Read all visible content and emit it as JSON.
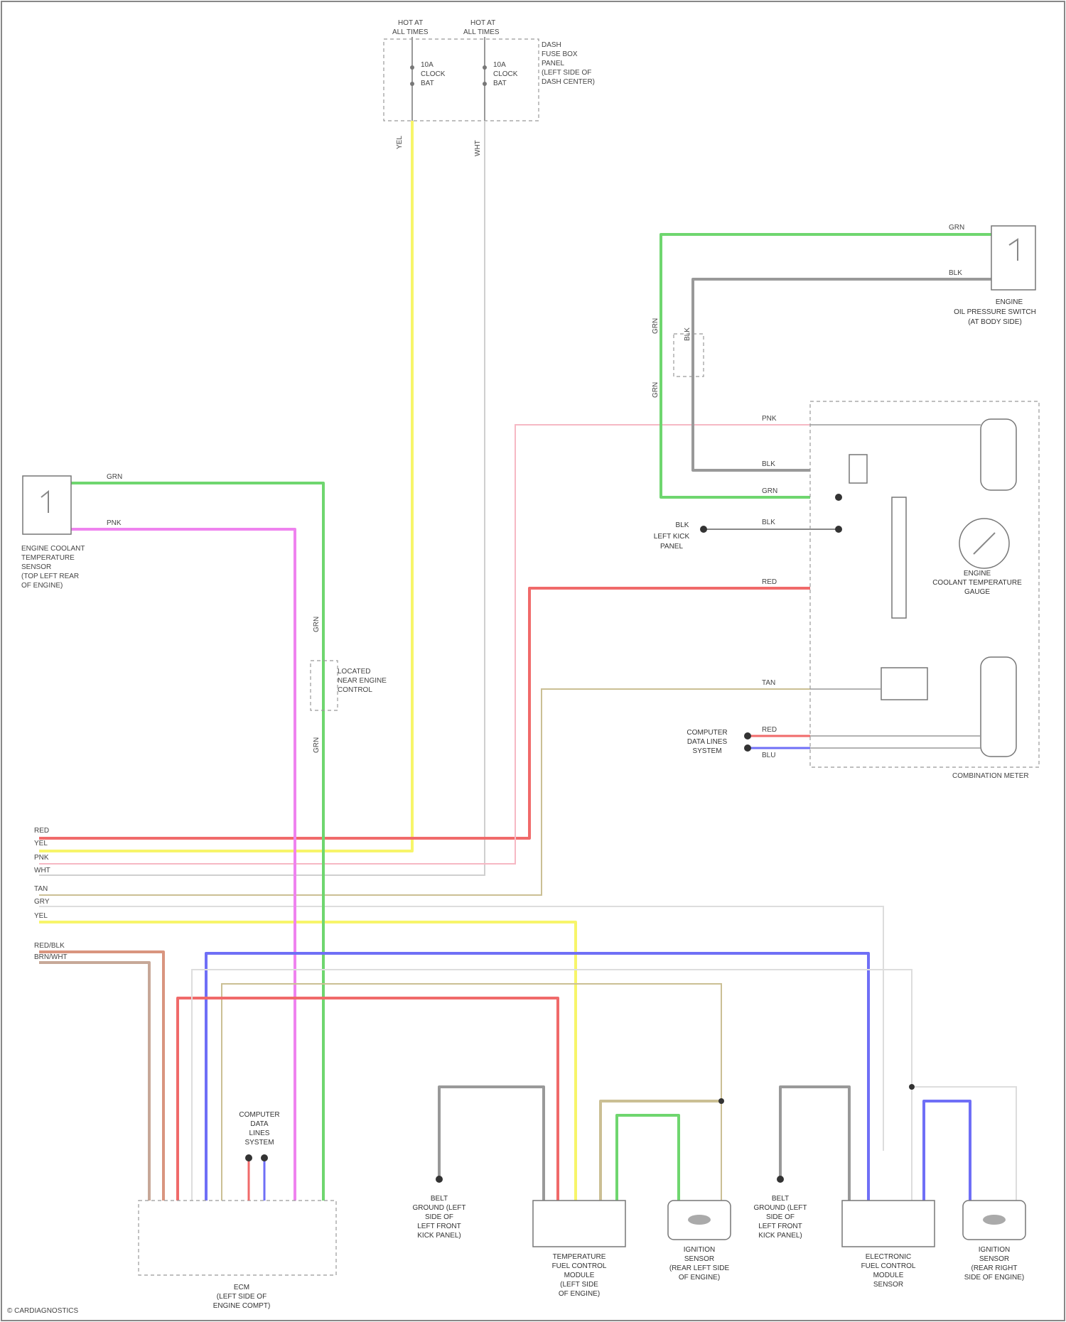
{
  "fuse_panel": {
    "hot_left": [
      "HOT AT",
      "ALL TIMES"
    ],
    "hot_right": [
      "HOT AT",
      "ALL TIMES"
    ],
    "fuse_left": [
      "10A",
      "CLOCK",
      "BAT"
    ],
    "fuse_right": [
      "10A",
      "CLOCK",
      "BAT"
    ],
    "title": [
      "DASH",
      "FUSE BOX",
      "PANEL",
      "(LEFT SIDE OF",
      "DASH CENTER)"
    ],
    "wire_left": "YEL",
    "wire_right": "WHT"
  },
  "oil_pressure_switch": {
    "name": [
      "ENGINE",
      "OIL PRESSURE SWITCH",
      "(AT BODY SIDE)"
    ],
    "wire1": "GRN",
    "wire2": "BLK"
  },
  "inline_labels": {
    "a": [
      "GRN",
      "BLK",
      "GRN"
    ],
    "b": [
      "GRN",
      "GRN"
    ]
  },
  "coolant_sensor": {
    "name": [
      "ENGINE COOLANT",
      "TEMPERATURE",
      "SENSOR",
      "(TOP LEFT REAR",
      "OF ENGINE)"
    ],
    "wire1": "GRN",
    "wire2": "PNK"
  },
  "junction_note": [
    "LOCATED",
    "NEAR ENGINE",
    "CONTROL"
  ],
  "cluster": {
    "name": "COMBINATION METER",
    "gauge": [
      "ENGINE",
      "COOLANT TEMPERATURE",
      "GAUGE"
    ],
    "pins": [
      "PNK",
      "BLK",
      "GRN",
      "BLK",
      "RED",
      "TAN",
      "RED",
      "BLU"
    ],
    "ground_label": [
      "BLK",
      "LEFT KICK",
      "PANEL"
    ],
    "mux_label": [
      "COMPUTER",
      "DATA LINES",
      "SYSTEM"
    ]
  },
  "bus_wires": [
    "RED",
    "YEL",
    "PNK",
    "WHT",
    "TAN",
    "GRY",
    "YEL"
  ],
  "bus_wires2": [
    "RED/BLK",
    "BRN/WHT"
  ],
  "left_connector": {
    "name": [
      "ECM",
      "(LEFT SIDE OF",
      "ENGINE COMPT)"
    ],
    "center_label": [
      "COMPUTER",
      "DATA",
      "LINES",
      "SYSTEM"
    ]
  },
  "bottom_components": [
    {
      "name": [
        "BELT",
        "GROUND (LEFT",
        "SIDE OF",
        "LEFT FRONT",
        "KICK PANEL)"
      ]
    },
    {
      "name": [
        "TEMPERATURE",
        "FUEL CONTROL",
        "MODULE",
        "(LEFT SIDE",
        "OF ENGINE)"
      ]
    },
    {
      "name": [
        "IGNITION",
        "SENSOR",
        "(REAR LEFT SIDE",
        "OF ENGINE)"
      ]
    },
    {
      "name": [
        "BELT",
        "GROUND (LEFT",
        "SIDE OF",
        "LEFT FRONT",
        "KICK PANEL)"
      ]
    },
    {
      "name": [
        "ELECTRONIC",
        "FUEL CONTROL",
        "MODULE",
        "SENSOR"
      ]
    },
    {
      "name": [
        "IGNITION",
        "SENSOR",
        "(REAR RIGHT",
        "SIDE OF ENGINE)"
      ]
    }
  ],
  "footer": "© CARDIAGNOSTICS",
  "colors": {
    "green": "#6fd66f",
    "yellow": "#f7f56a",
    "pink": "#ef83ef",
    "red": "#f06a6a",
    "light_pink": "#f6b8c4",
    "tan": "#cbbf94",
    "gray": "#999999",
    "blue": "#6f6ff6",
    "brown": "#c79a8a"
  }
}
